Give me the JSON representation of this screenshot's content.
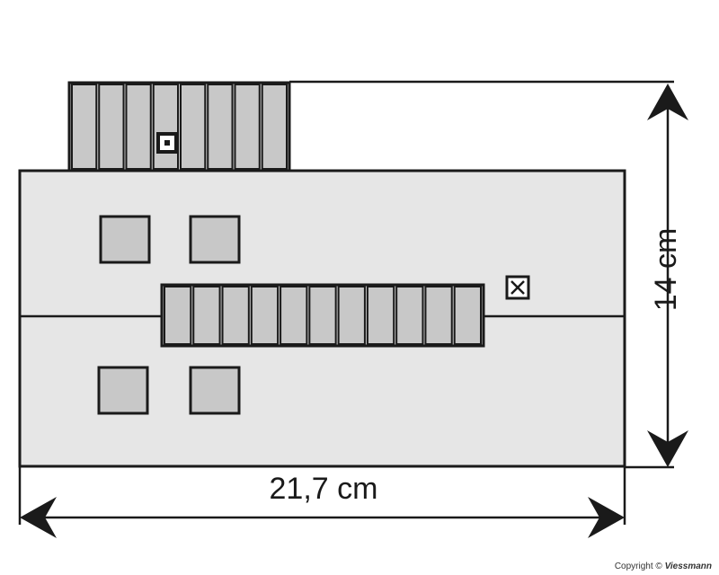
{
  "dimensions": {
    "width_label": "21,7 cm",
    "height_label": "14 cm"
  },
  "copyright": {
    "prefix": "Copyright ©",
    "brand": "Viessmann"
  },
  "colors": {
    "outline": "#1a1a1a",
    "building_fill": "#e6e6e6",
    "panel_fill": "#c8c8c8",
    "background": "#ffffff"
  }
}
